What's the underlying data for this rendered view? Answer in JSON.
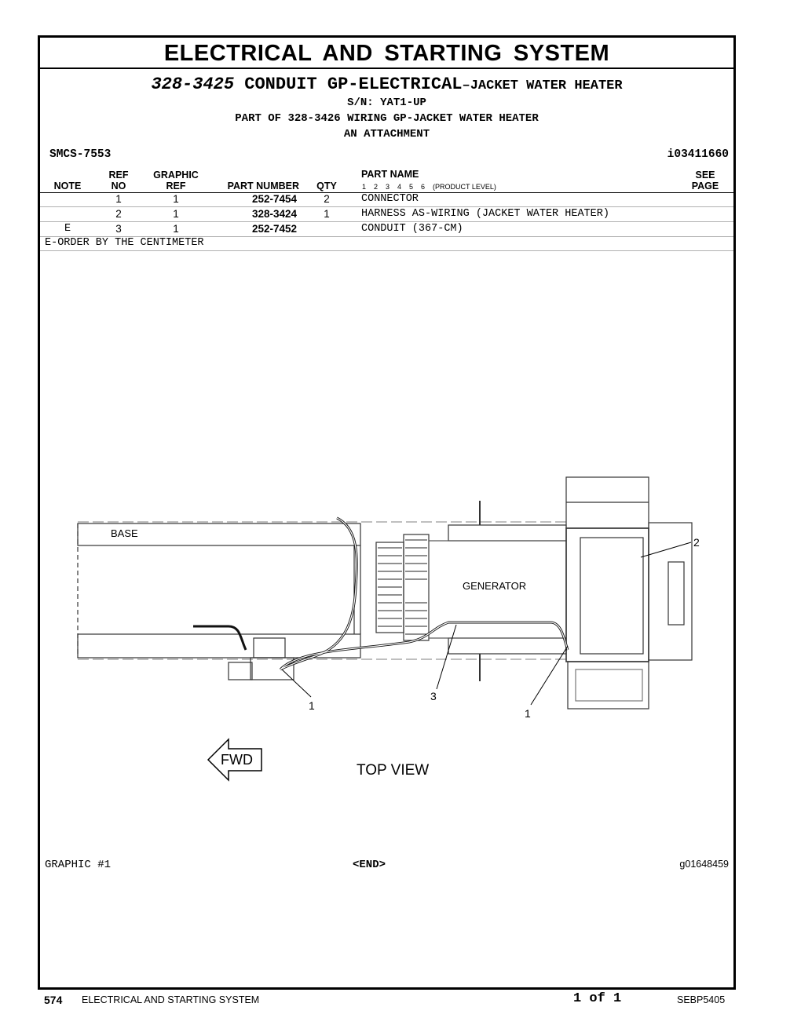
{
  "header": {
    "title": "ELECTRICAL AND STARTING SYSTEM",
    "group_number": "328-3425",
    "group_name": "CONDUIT GP-ELECTRICAL",
    "group_suffix": "–JACKET WATER HEATER",
    "serial": "S/N: YAT1-UP",
    "part_of": "PART OF 328-3426 WIRING GP-JACKET WATER HEATER",
    "attachment": "AN ATTACHMENT",
    "smcs": "SMCS-7553",
    "doc_id": "i03411660"
  },
  "table": {
    "columns": {
      "note": "NOTE",
      "ref_top": "REF",
      "ref_bottom": "NO",
      "graphic_top": "GRAPHIC",
      "graphic_bottom": "REF",
      "part_number": "PART NUMBER",
      "qty": "QTY",
      "part_name": "PART NAME",
      "levels": "1    2    3    4    5    6    (PRODUCT LEVEL)",
      "see_top": "SEE",
      "see_bottom": "PAGE"
    },
    "rows": [
      {
        "note": "",
        "ref": "1",
        "graphic": "1",
        "part_number": "252-7454",
        "qty": "2",
        "name": "CONNECTOR"
      },
      {
        "note": "",
        "ref": "2",
        "graphic": "1",
        "part_number": "328-3424",
        "qty": "1",
        "name": "HARNESS AS-WIRING (JACKET WATER HEATER)"
      },
      {
        "note": "E",
        "ref": "3",
        "graphic": "1",
        "part_number": "252-7452",
        "qty": "",
        "name": "CONDUIT (367-CM)"
      }
    ],
    "footnote": "E-ORDER BY THE CENTIMETER"
  },
  "diagram": {
    "base_label": "BASE",
    "generator_label": "GENERATOR",
    "callout_2": "2",
    "callout_3": "3",
    "callout_1a": "1",
    "callout_1b": "1",
    "fwd_label": "FWD",
    "view_label": "TOP VIEW"
  },
  "bottom": {
    "graphic_label": "GRAPHIC #1",
    "end_label": "<END>",
    "graphic_id": "g01648459"
  },
  "page_footer": {
    "page_number": "574",
    "section": "ELECTRICAL AND STARTING SYSTEM",
    "page_of": "1 of 1",
    "doc_number": "SEBP5405"
  }
}
